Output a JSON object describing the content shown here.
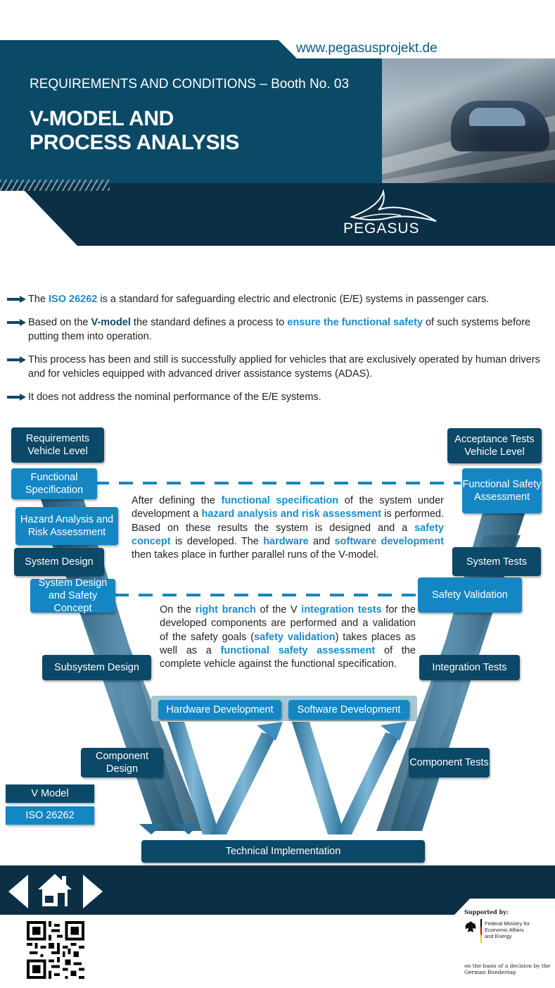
{
  "header": {
    "url": "www.pegasusprojekt.de",
    "booth": "REQUIREMENTS AND CONDITIONS – Booth No. 03",
    "title_line1": "V-MODEL AND",
    "title_line2": "PROCESS ANALYSIS",
    "logo_text": "PEGASUS"
  },
  "bullets": [
    {
      "parts": [
        {
          "t": "The "
        },
        {
          "t": "ISO 26262",
          "hl": true
        },
        {
          "t": " is a standard for safeguarding electric and electronic (E/E) systems in passenger cars."
        }
      ]
    },
    {
      "parts": [
        {
          "t": "Based on the "
        },
        {
          "t": "V-model",
          "hld": true
        },
        {
          "t": " the standard defines a process to "
        },
        {
          "t": "ensure the functional safety",
          "hl": true
        },
        {
          "t": " of such systems before putting them into operation."
        }
      ]
    },
    {
      "parts": [
        {
          "t": "This process has been and still is successfully applied for vehicles that are exclusively operated by human drivers and for vehicles equipped with advanced driver assistance systems (ADAS)."
        }
      ]
    },
    {
      "parts": [
        {
          "t": "It does not address the nominal performance of the E/E systems."
        }
      ]
    }
  ],
  "vmodel": {
    "left": {
      "req_vehicle": "Requirements Vehicle Level",
      "functional_spec": "Functional Specification",
      "hazard": "Hazard Analysis and Risk Assessment",
      "system_design": "System Design",
      "system_design_safety": "System Design and Safety Concept",
      "subsystem": "Subsystem Design",
      "component_design": "Component Design"
    },
    "right": {
      "acceptance": "Acceptance Tests Vehicle Level",
      "functional_safety": "Functional Safety Assessment",
      "system_tests": "System Tests",
      "safety_validation": "Safety Validation",
      "integration_tests": "Integration Tests",
      "component_tests": "Component Tests"
    },
    "hardware_dev": "Hardware Development",
    "software_dev": "Software Development",
    "technical_impl": "Technical Implementation",
    "desc1": [
      {
        "t": "After defining the "
      },
      {
        "t": "functional specification",
        "hl": true
      },
      {
        "t": " of the system under development a "
      },
      {
        "t": "hazard analysis and risk assessment",
        "hl": true
      },
      {
        "t": " is performed. Based on these results the system is designed and a "
      },
      {
        "t": "safety concept",
        "hl": true
      },
      {
        "t": " is developed. The "
      },
      {
        "t": "hardware",
        "hl": true
      },
      {
        "t": " and "
      },
      {
        "t": "software development",
        "hl": true
      },
      {
        "t": " then takes place in further parallel runs of the V-model."
      }
    ],
    "desc2": [
      {
        "t": "On the "
      },
      {
        "t": "right branch",
        "hl": true
      },
      {
        "t": " of the V "
      },
      {
        "t": "integration tests",
        "hl": true
      },
      {
        "t": " for the developed components are performed and a validation of the safety goals ("
      },
      {
        "t": "safety validation",
        "hl": true
      },
      {
        "t": ") takes places as well as a "
      },
      {
        "t": "functional safety assessment",
        "hl": true
      },
      {
        "t": " of the complete vehicle against the functional specification."
      }
    ]
  },
  "tags": {
    "v_model": "V Model",
    "iso": "ISO 26262"
  },
  "footer": {
    "supported_by": "Supported by:",
    "ministry": "Federal Ministry for Economic Affairs and Energy",
    "basis": "on the basis of a decision by the German Bundestag"
  },
  "colors": {
    "dark_blue": "#0c4867",
    "light_blue": "#1586c4",
    "header": "#0b4a66",
    "footer": "#0b2f44"
  }
}
